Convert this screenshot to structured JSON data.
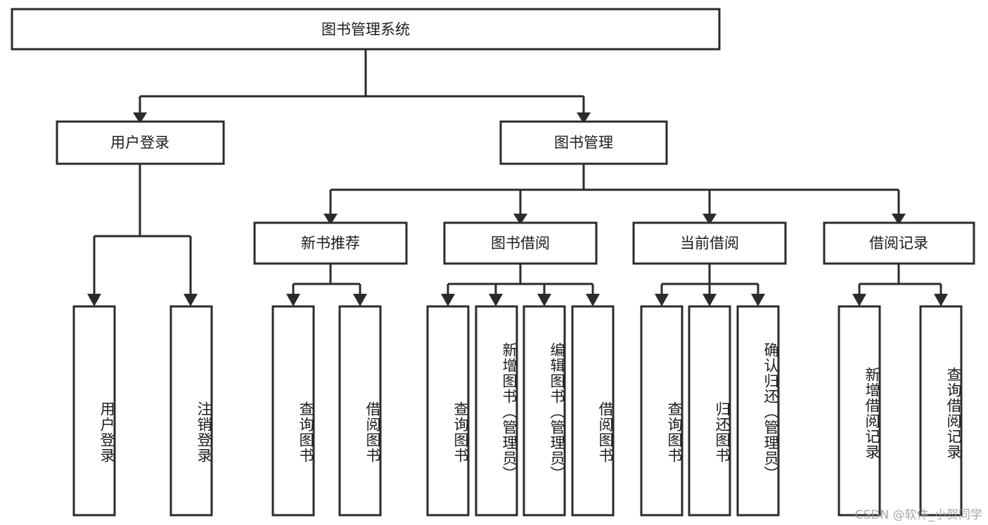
{
  "diagram": {
    "title": "图书管理系统",
    "type": "tree-hierarchy",
    "colors": {
      "background": "#ffffff",
      "box_fill": "#ffffff",
      "box_stroke": "#2b2b2b",
      "text": "#1c1c1c",
      "watermark": "#9a9a9a"
    },
    "root": {
      "label": "图书管理系统"
    },
    "level2": [
      {
        "label": "用户登录"
      },
      {
        "label": "图书管理"
      }
    ],
    "level3": [
      {
        "label": "新书推荐"
      },
      {
        "label": "图书借阅"
      },
      {
        "label": "当前借阅"
      },
      {
        "label": "借阅记录"
      }
    ],
    "leaves": {
      "user_login": [
        {
          "label": "用户登录"
        },
        {
          "label": "注销登录"
        }
      ],
      "new_book_recommend": [
        {
          "label": "查询图书"
        },
        {
          "label": "借阅图书"
        }
      ],
      "book_borrow": [
        {
          "label": "查询图书"
        },
        {
          "label": "新增图书（管理员）"
        },
        {
          "label": "编辑图书（管理员）"
        },
        {
          "label": "借阅图书"
        }
      ],
      "current_borrow": [
        {
          "label": "查询图书"
        },
        {
          "label": "归还图书"
        },
        {
          "label": "确认归还（管理员）"
        }
      ],
      "borrow_record": [
        {
          "label": "新增借阅记录"
        },
        {
          "label": "查询借阅记录"
        }
      ]
    },
    "watermark": "CSDN @软件_小贺同学"
  }
}
